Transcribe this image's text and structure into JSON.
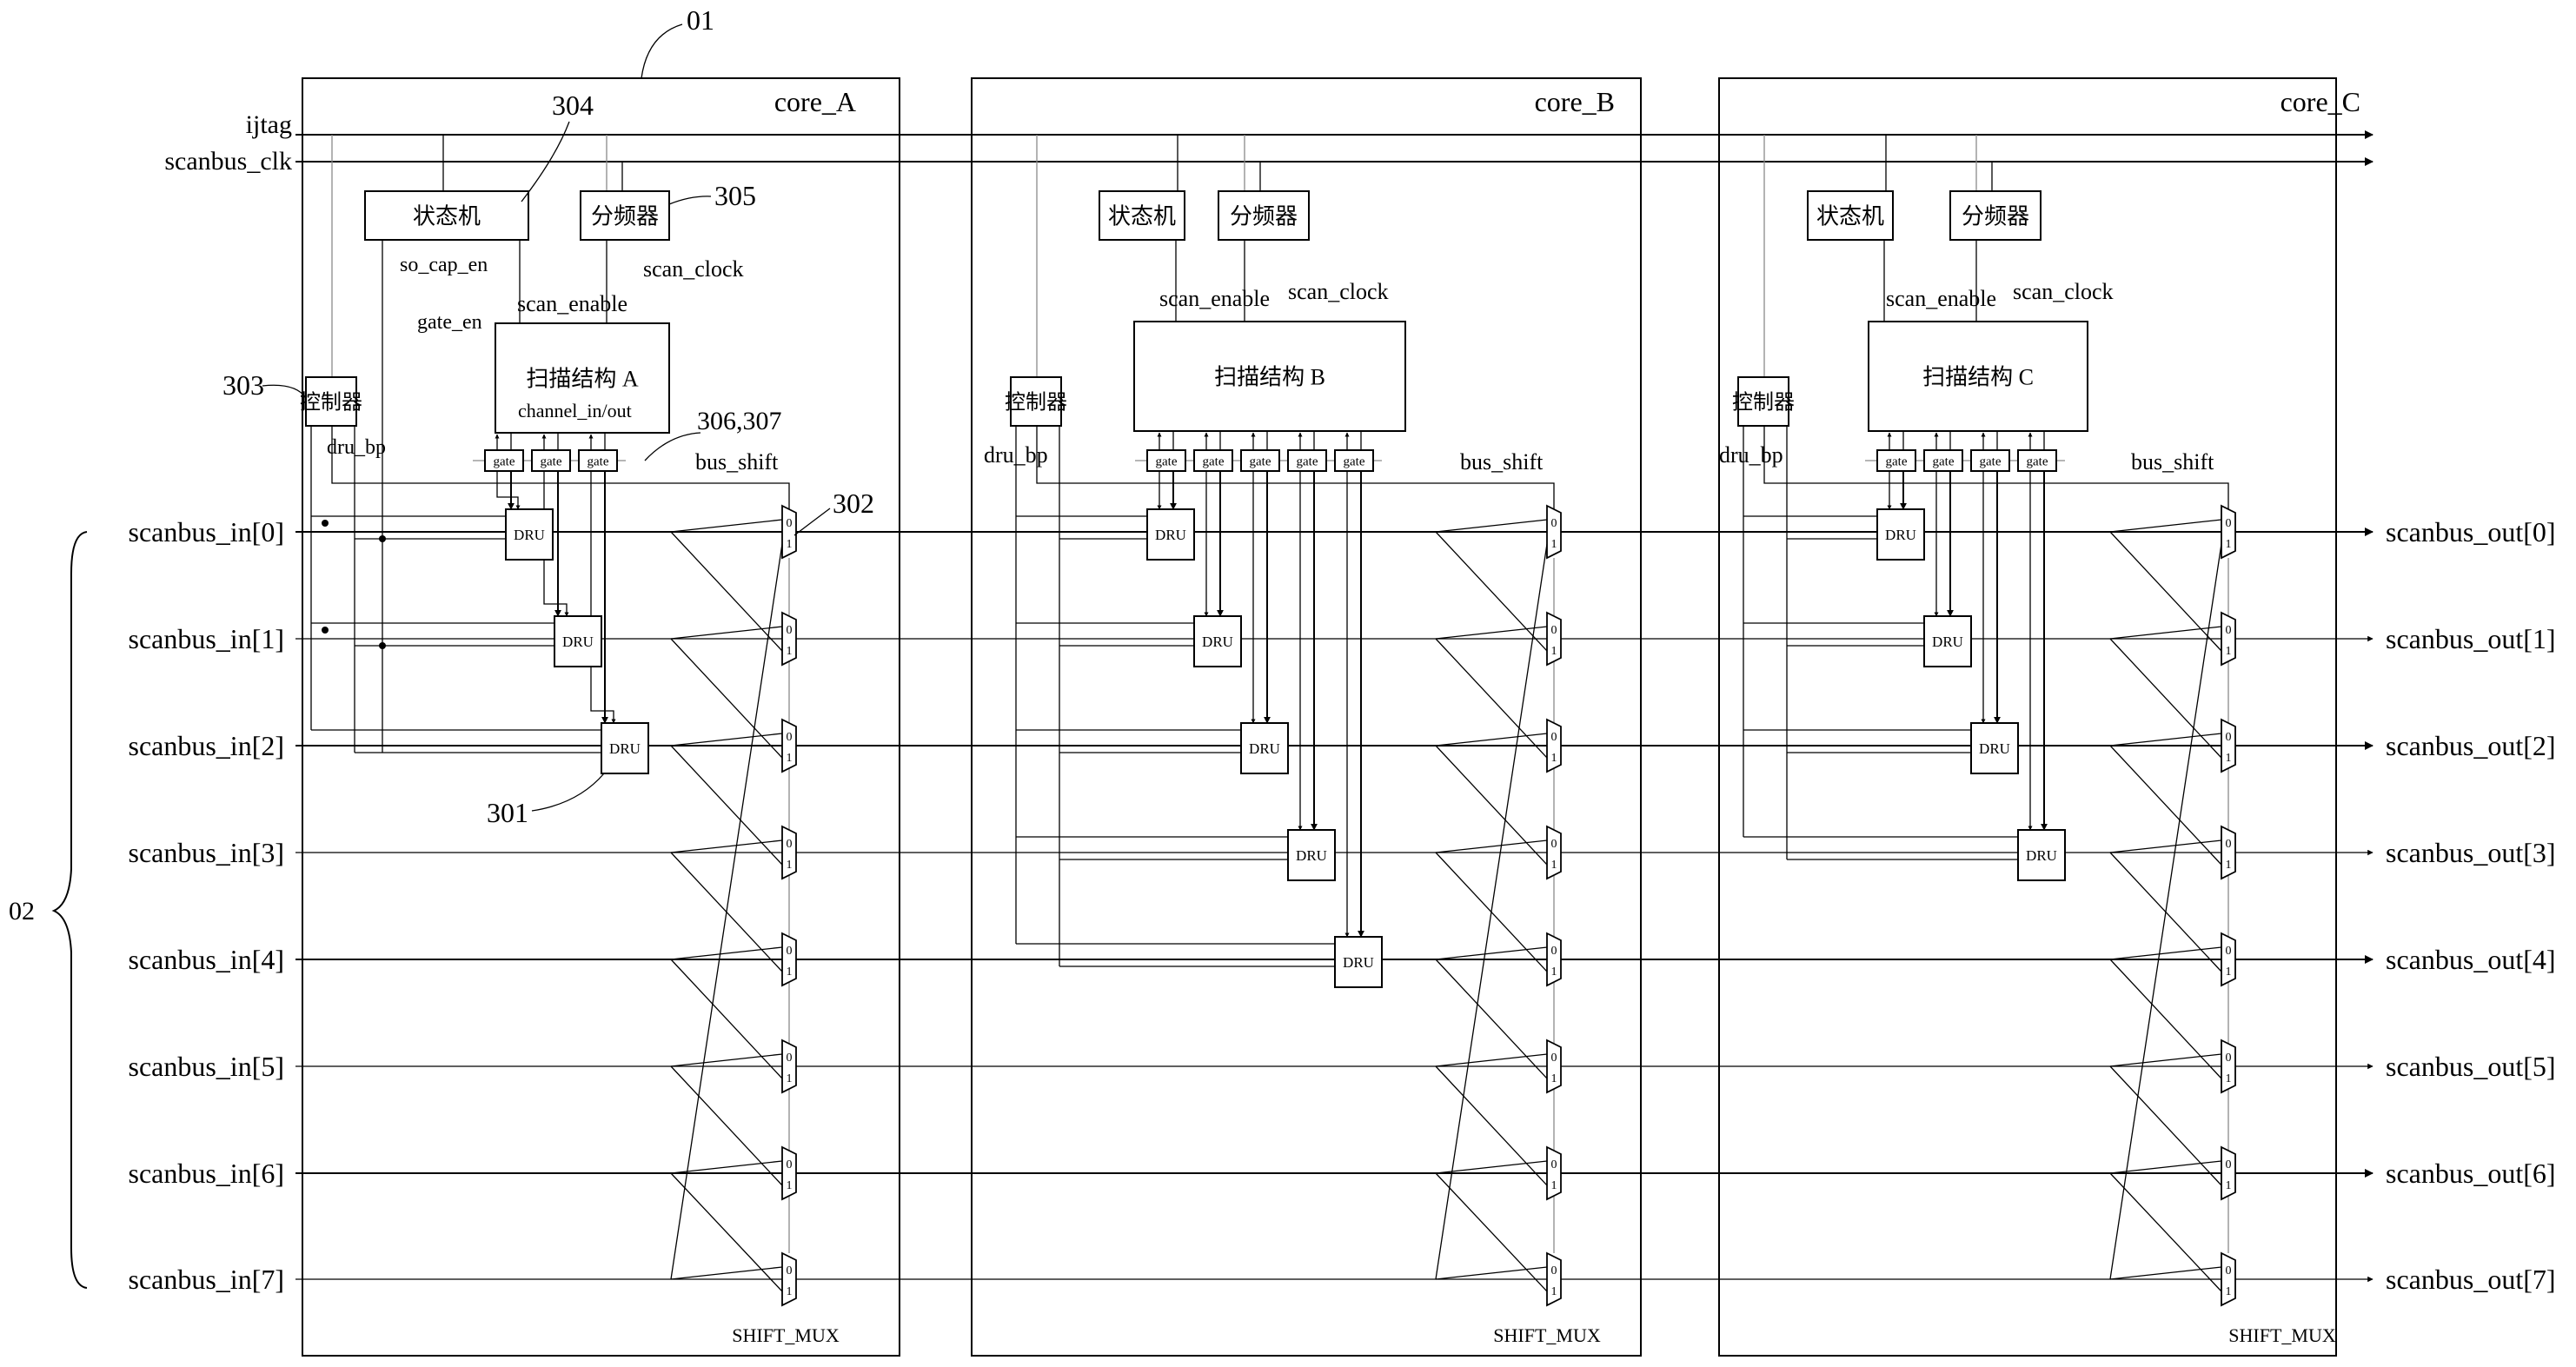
{
  "ref_labels": {
    "top": "01",
    "bus_group": "02",
    "dru": "301",
    "shift_mux": "302",
    "controller": "303",
    "state_machine": "304",
    "divider": "305",
    "gates": "306,307"
  },
  "signals": {
    "ijtag": "ijtag",
    "scanbus_clk": "scanbus_clk",
    "so_cap_en": "so_cap_en",
    "gate_en": "gate_en",
    "dru_bp": "dru_bp",
    "scan_enable": "scan_enable",
    "scan_clock": "scan_clock",
    "channel_in_out": "channel_in/out",
    "bus_shift": "bus_shift"
  },
  "blocks": {
    "state_machine": "状态机",
    "divider": "分频器",
    "controller": "控制器",
    "dru": "DRU",
    "gate": "gate",
    "shift_mux": "SHIFT_MUX",
    "mux_in0": "0",
    "mux_in1": "1"
  },
  "cores": [
    {
      "name": "core_A",
      "scan_struct": "扫描结构 A"
    },
    {
      "name": "core_B",
      "scan_struct": "扫描结构 B"
    },
    {
      "name": "core_C",
      "scan_struct": "扫描结构 C"
    }
  ],
  "inputs": [
    "scanbus_in[0]",
    "scanbus_in[1]",
    "scanbus_in[2]",
    "scanbus_in[3]",
    "scanbus_in[4]",
    "scanbus_in[5]",
    "scanbus_in[6]",
    "scanbus_in[7]"
  ],
  "outputs": [
    "scanbus_out[0]",
    "scanbus_out[1]",
    "scanbus_out[2]",
    "scanbus_out[3]",
    "scanbus_out[4]",
    "scanbus_out[5]",
    "scanbus_out[6]",
    "scanbus_out[7]"
  ]
}
